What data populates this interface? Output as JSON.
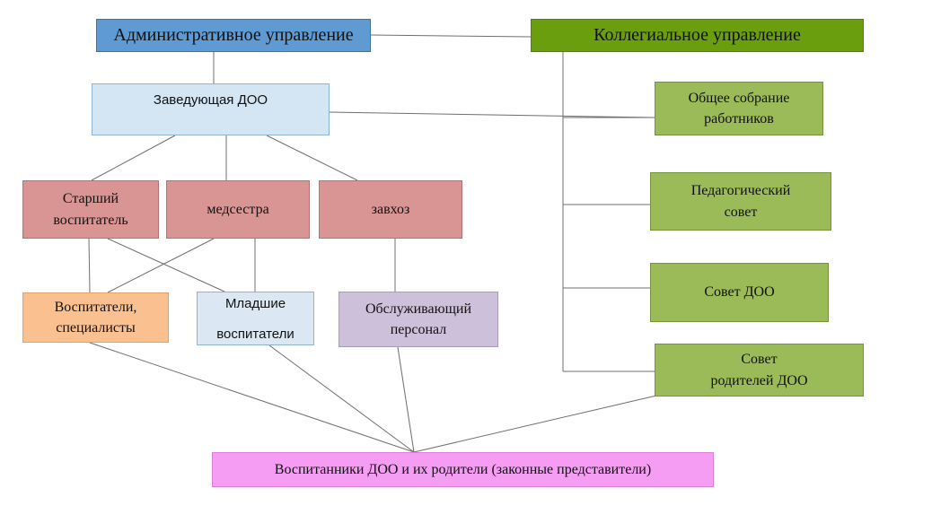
{
  "diagram": {
    "administrative": "Административное управление",
    "collegial": "Коллегиальное управление",
    "head": "Заведующая ДОО",
    "senior_educator": [
      "Старший",
      "воспитатель"
    ],
    "nurse": "медсестра",
    "steward": "завхоз",
    "educators": [
      "Воспитатели,",
      "специалисты"
    ],
    "junior_educators": [
      "Младшие",
      "воспитатели"
    ],
    "service_staff": [
      "Обслуживающий",
      "персонал"
    ],
    "pupils": "Воспитанники ДОО и их родители (законные представители)",
    "general_meeting": [
      "Общее собрание",
      "работников"
    ],
    "pedagogical_council": [
      "Педагогический",
      "совет"
    ],
    "doo_council": "Совет ДОО",
    "parents_council": [
      "Совет",
      "родителей ДОО"
    ]
  },
  "colors": {
    "administrative": "#5f9bd2",
    "collegial": "#6a9e0e",
    "head": "#d4e6f3",
    "middle_level": "#d99594",
    "educators": "#fac08f",
    "junior_educators": "#dbe8f3",
    "service_staff": "#ccc0da",
    "pupils": "#f59cf3",
    "councils": "#9bbb59",
    "lines": "#6f6f6f"
  }
}
